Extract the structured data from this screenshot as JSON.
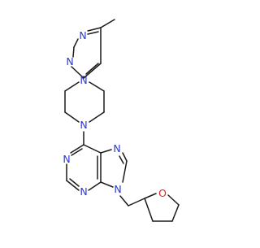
{
  "atoms": {
    "n_pym_top": "N",
    "n_pym_left": "N",
    "n_pip_top": "N",
    "n_pip_bottom": "N",
    "n_pur_1": "N",
    "n_pur_3": "N",
    "n_pur_7": "N",
    "n_pur_9": "N",
    "o_thf": "O"
  },
  "colors": {
    "bond": "#1a1a1a",
    "nitrogen": "#2b39d0",
    "oxygen": "#e0261b",
    "background": "#ffffff"
  }
}
